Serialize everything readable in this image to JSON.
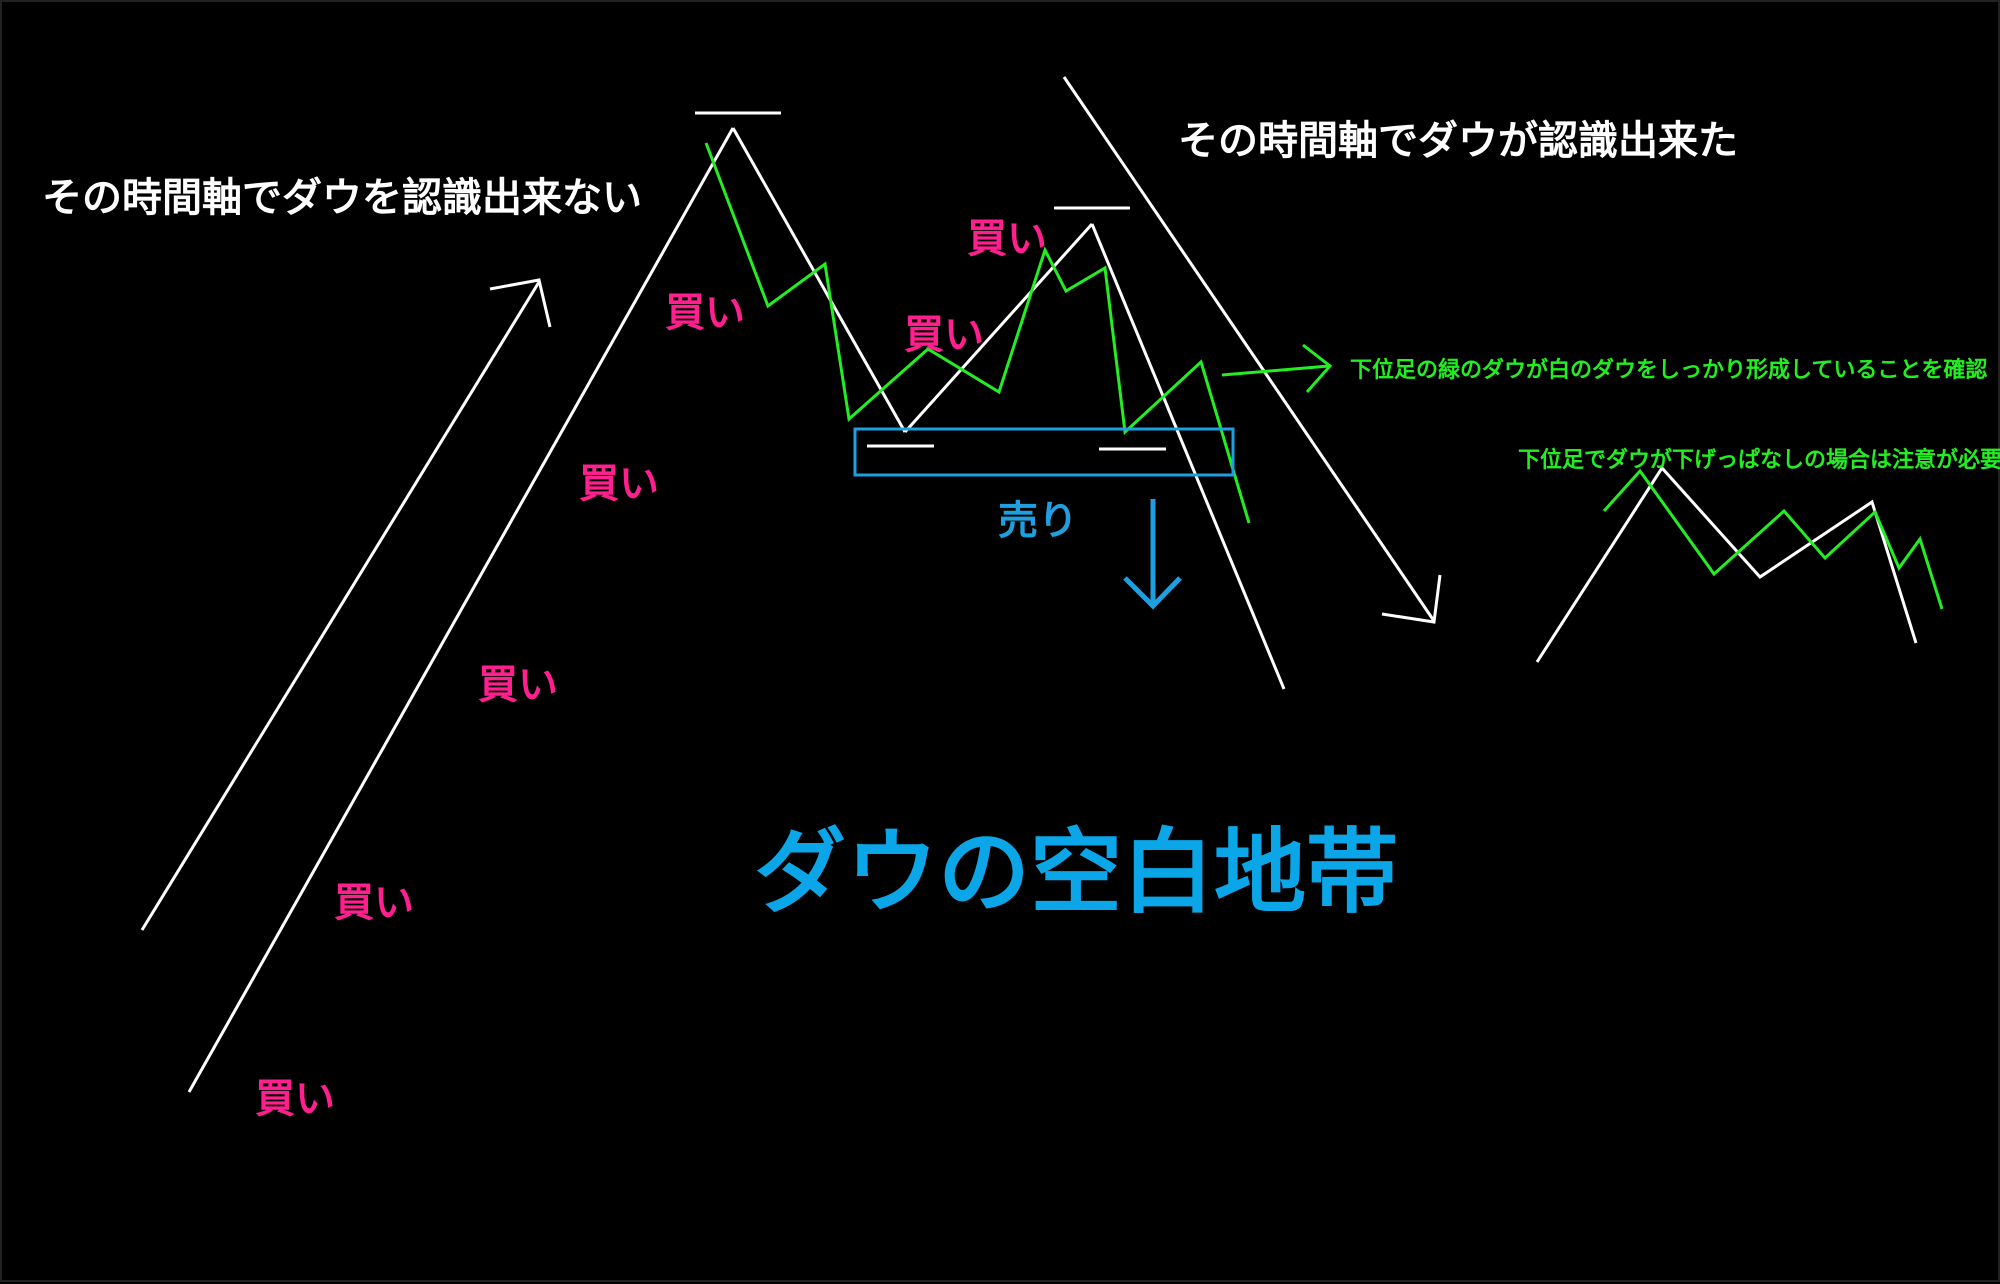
{
  "labels": {
    "left_title": "その時間軸でダウを認識出来ない",
    "right_title": "その時間軸でダウが認識出来た",
    "buy": "買い",
    "sell": "売り",
    "note_confirm": "下位足の緑のダウが白のダウをしっかり形成していることを確認",
    "note_caution": "下位足でダウが下げっぱなしの場合は注意が必要",
    "center_title": "ダウの空白地帯"
  },
  "colors": {
    "background": "#000000",
    "white_line": "#ffffff",
    "green_line": "#22ee22",
    "buy_text": "#ff1f8e",
    "sell_text": "#1ea0e0",
    "center_title": "#0aa6e8",
    "sell_box": "#1ea0e0"
  }
}
